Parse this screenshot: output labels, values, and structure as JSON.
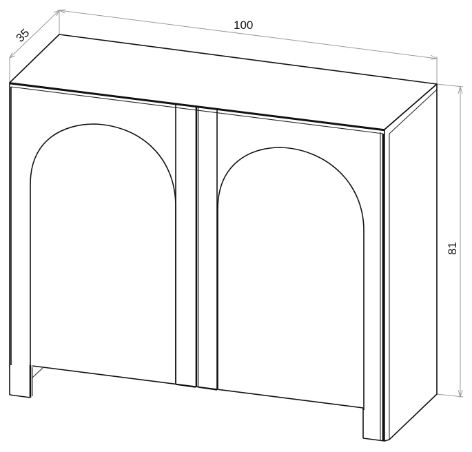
{
  "diagram": {
    "subject": "Two-door cabinet with arched door panels",
    "dimensions": {
      "width": {
        "label": "100"
      },
      "depth": {
        "label": "35"
      },
      "height": {
        "label": "81"
      }
    },
    "doors": [
      {
        "name": "left door",
        "panel": "arch"
      },
      {
        "name": "right door",
        "panel": "arch"
      }
    ],
    "colors": {
      "line": "#111111",
      "dimension_line": "#9a9a9a",
      "background": "#ffffff"
    }
  }
}
